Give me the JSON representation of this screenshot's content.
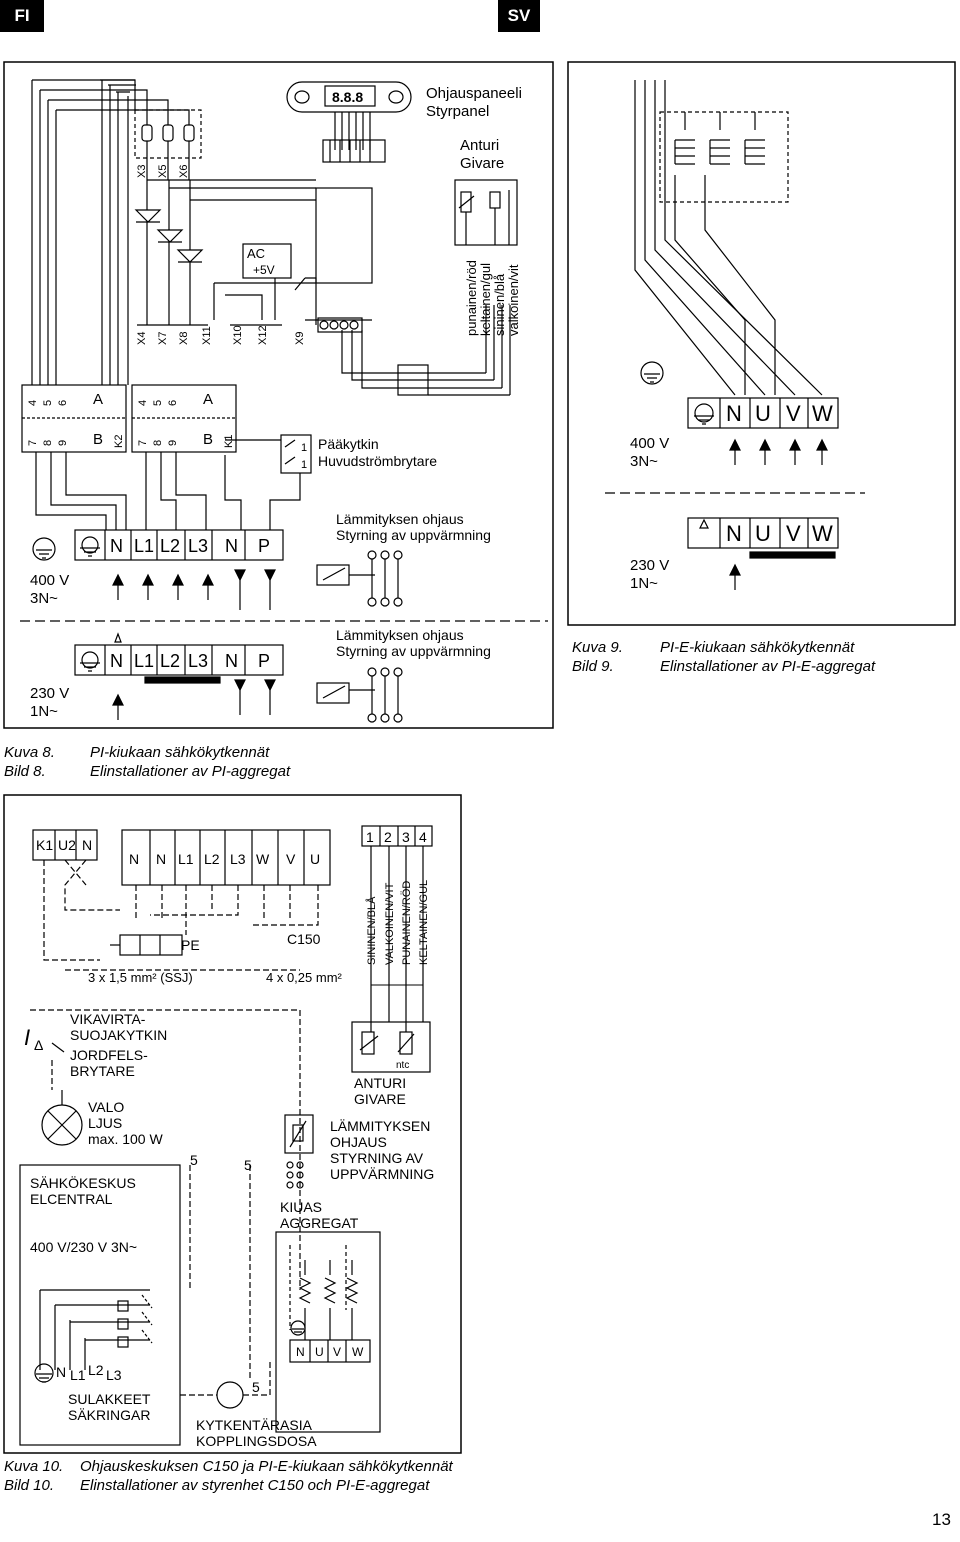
{
  "header": {
    "left_tab": "FI",
    "right_tab": "SV"
  },
  "fig8": {
    "control_panel": [
      "Ohjauspaneeli",
      "Styrpanel"
    ],
    "display_digits": "8.8.8",
    "sensor": [
      "Anturi",
      "Givare"
    ],
    "terminals_top": [
      "X3",
      "X5",
      "X6"
    ],
    "terminals_bottom": [
      "X4",
      "X7",
      "X8",
      "X11",
      "X10",
      "X12",
      "X9"
    ],
    "ac_label": "AC",
    "plus5v": "+5V",
    "wire_colors": [
      "punainen/röd",
      "keltainen/gul",
      "sininen/blå",
      "valkoinen/vit"
    ],
    "contactor_k2": {
      "top": [
        "4",
        "5",
        "6",
        "A"
      ],
      "bottom": [
        "7",
        "8",
        "9",
        "B"
      ],
      "name": "K2"
    },
    "contactor_k1": {
      "top": [
        "4",
        "5",
        "6",
        "A"
      ],
      "bottom": [
        "7",
        "8",
        "9",
        "B"
      ],
      "name": "K1"
    },
    "main_switch": [
      "Pääkytkin",
      "Huvudströmbrytare"
    ],
    "switch_nums": [
      "1",
      "1"
    ],
    "terminal_block_3n": [
      "N",
      "L1",
      "L2",
      "L3",
      "N",
      "P"
    ],
    "terminal_block_1n": [
      "N",
      "L1",
      "L2",
      "L3",
      "N",
      "P"
    ],
    "heating_control": [
      "Lämmityksen ohjaus",
      "Styrning av uppvärmning"
    ],
    "voltage_3n": [
      "400 V",
      "3N~"
    ],
    "voltage_1n": [
      "230 V",
      "1N~"
    ]
  },
  "fig9": {
    "terminal_block": [
      "N",
      "U",
      "V",
      "W"
    ],
    "voltage_3n": [
      "400 V",
      "3N~"
    ],
    "voltage_1n": [
      "230 V",
      "1N~"
    ]
  },
  "captions": {
    "fig9": {
      "fi_label": "Kuva 9.",
      "fi_text": "PI-E-kiukaan sähkökytkennät",
      "sv_label": "Bild 9.",
      "sv_text": "Elinstallationer av PI-E-aggregat"
    },
    "fig8": {
      "fi_label": "Kuva 8.",
      "fi_text": "PI-kiukaan sähkökytkennät",
      "sv_label": "Bild 8.",
      "sv_text": "Elinstallationer av PI-aggregat"
    },
    "fig10": {
      "fi_label": "Kuva 10.",
      "fi_text": "Ohjauskeskuksen C150 ja PI-E-kiukaan sähkökytkennät",
      "sv_label": "Bild 10.",
      "sv_text": "Elinstallationer av styrenhet C150 och PI-E-aggregat"
    }
  },
  "fig10": {
    "k_block": [
      "K1",
      "U2",
      "N"
    ],
    "main_block": [
      "N",
      "N",
      "L1",
      "L2",
      "L3",
      "W",
      "V",
      "U"
    ],
    "num_block": [
      "1",
      "2",
      "3",
      "4"
    ],
    "wire_colors": [
      "SININEN/BLÅ",
      "VALKOINEN/VIT",
      "PUNAINEN/RÖD",
      "KELTAINEN/GUL"
    ],
    "pe": "PE",
    "c150": "C150",
    "cable_1": "3 x 1,5 mm² (SSJ)",
    "cable_2": "4 x 0,25 mm²",
    "rcd_symbol": "I",
    "rcd_sub": "Δ",
    "rcd": [
      "VIKAVIRTA-",
      "SUOJAKYTKIN",
      "JORDFELS-",
      "BRYTARE"
    ],
    "lamp": [
      "VALO",
      "LJUS",
      "max. 100 W"
    ],
    "sensor": [
      "ANTURI",
      "GIVARE"
    ],
    "ntc": "ntc",
    "heat_control": [
      "LÄMMITYKSEN",
      "OHJAUS",
      "STYRNING AV",
      "UPPVÄRMNING"
    ],
    "cable_count": "5",
    "heater": [
      "KIUAS",
      "AGGREGAT"
    ],
    "distribution": [
      "SÄHKÖKESKUS",
      "ELCENTRAL"
    ],
    "voltage": "400 V/230 V 3N~",
    "heater_terminals": [
      "N",
      "U",
      "V",
      "W"
    ],
    "supply_labels": [
      "N",
      "L1",
      "L2",
      "L3"
    ],
    "fuses": [
      "SULAKKEET",
      "SÄKRINGAR"
    ],
    "junction_box": [
      "KYTKENTÄRASIA",
      "KOPPLINGSDOSA"
    ]
  },
  "page_number": "13"
}
